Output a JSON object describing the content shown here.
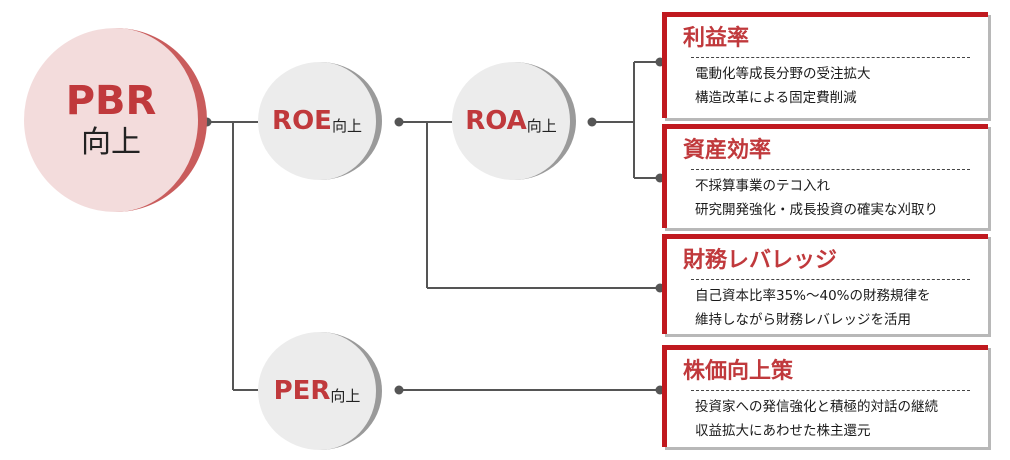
{
  "root": {
    "label": "PBR",
    "sub": "向上"
  },
  "nodes": {
    "roe": {
      "label": "ROE",
      "sub": "向上"
    },
    "roa": {
      "label": "ROA",
      "sub": "向上"
    },
    "per": {
      "label": "PER",
      "sub": "向上"
    }
  },
  "boxes": {
    "profit": {
      "title": "利益率",
      "items": [
        "電動化等成長分野の受注拡大",
        "構造改革による固定費削減"
      ]
    },
    "asset": {
      "title": "資産効率",
      "items": [
        "不採算事業のテコ入れ",
        "研究開発強化・成長投資の確実な刈取り"
      ]
    },
    "leverage": {
      "title": "財務レバレッジ",
      "items": [
        "自己資本比率35%～40%の財務規律を",
        "維持しながら財務レバレッジを活用"
      ]
    },
    "stock": {
      "title": "株価向上策",
      "items": [
        "投資家への発信強化と積極的対話の継続",
        "収益拡大にあわせた株主還元"
      ]
    }
  },
  "colors": {
    "accent": "#c0393c",
    "box_border": "#c0191f",
    "root_fill": "#f3dcdc",
    "node_fill": "#ececec",
    "connector": "#555555"
  }
}
